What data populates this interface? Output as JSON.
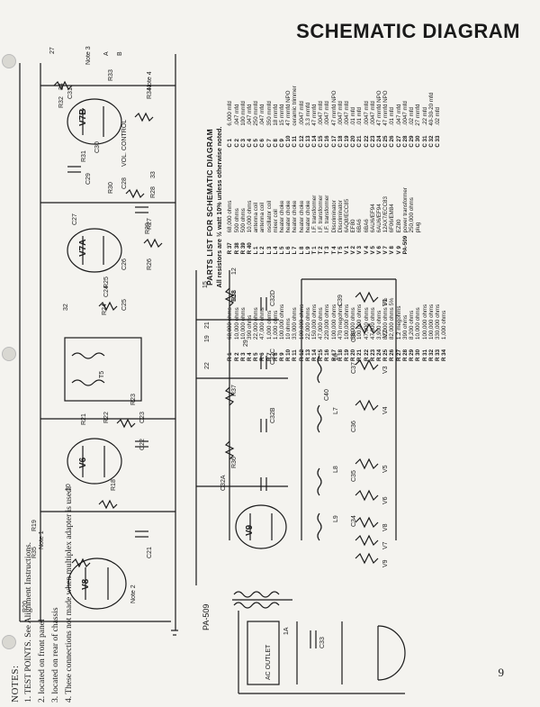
{
  "header": {
    "title": "SCHEMATIC DIAGRAM"
  },
  "page": {
    "number": "9"
  },
  "parts_list": {
    "heading": "PARTS LIST FOR SCHEMATIC DIAGRAM",
    "subheading": "All resistors are ½ watt 10% unless otherwise noted.",
    "col1": [
      [
        "R 1",
        "68,000 ohms"
      ],
      [
        "R 2",
        "10,000 ohms"
      ],
      [
        "R 3",
        "10,000 ohms"
      ],
      [
        "R 4",
        "390 ohms"
      ],
      [
        "R 5",
        "22,000 ohms"
      ],
      [
        "R 6",
        "47,000 ohms"
      ],
      [
        "R 7",
        "1,000 ohms"
      ],
      [
        "R 8",
        "1,000 ohms"
      ],
      [
        "R 9",
        "100,000 ohms"
      ],
      [
        "R 10",
        "10 ohms"
      ],
      [
        "R 11",
        "33,000 ohms"
      ],
      [
        "R 12",
        "100,000 ohms"
      ],
      [
        "R 13",
        "22,000 ohms"
      ],
      [
        "R 14",
        "150,000 ohms"
      ],
      [
        "R 15",
        "47,000 ohms"
      ],
      [
        "R 16",
        "220,000 ohms"
      ],
      [
        "R 17",
        "100,000 ohms"
      ],
      [
        "R 18",
        "470 megohms"
      ],
      [
        "R 19",
        "100,000 ohms"
      ],
      [
        "R 20",
        "68,000 ohms"
      ],
      [
        "R 21",
        "100,000 ohms"
      ],
      [
        "R 22",
        "47,000 ohms"
      ],
      [
        "R 23",
        "47,000 ohms"
      ],
      [
        "R 24",
        "3,900 ohms"
      ],
      [
        "R 25",
        "82,000 ohms 5%"
      ],
      [
        "R 26",
        "82,000 ohms 5%"
      ],
      [
        "R 27",
        "1.2 megohms"
      ],
      [
        "R 28",
        "390 ohms"
      ],
      [
        "R 29",
        "8,200 ohms"
      ],
      [
        "R 30",
        "10,000 ohms"
      ],
      [
        "R 31",
        "100,000 ohms"
      ],
      [
        "R 32",
        "100,000 ohms"
      ],
      [
        "R 33",
        "330,000 ohms"
      ],
      [
        "R 34",
        "1,000 ohms"
      ]
    ],
    "col2": [
      [
        "R 37",
        "68,000 ohms"
      ],
      [
        "R 38",
        "500 ohms"
      ],
      [
        "R 39",
        "500 ohms"
      ],
      [
        "R 40",
        "10,000 ohms"
      ],
      [
        "L 1",
        "antenna coil"
      ],
      [
        "L 2",
        "antenna coil"
      ],
      [
        "L 3",
        "oscillator coil"
      ],
      [
        "L 4",
        "mixer coil"
      ],
      [
        "L 5",
        "heater choke"
      ],
      [
        "L 6",
        "heater choke"
      ],
      [
        "L 7",
        "heater choke"
      ],
      [
        "L 8",
        "heater choke"
      ],
      [
        "L 9",
        "heater choke"
      ],
      [
        "T 1",
        "I.F. transformer"
      ],
      [
        "T 2",
        "I.F. transformer"
      ],
      [
        "T 3",
        "I.F. transformer"
      ],
      [
        "T 4",
        "Discriminator"
      ],
      [
        "T 5",
        "Discriminator"
      ],
      [
        "V 1",
        "6AQ8/ECC85"
      ],
      [
        "V 2",
        "EF80"
      ],
      [
        "V 3",
        "6BA6"
      ],
      [
        "V 4",
        "6BA6"
      ],
      [
        "V 5",
        "6AU6/EF94"
      ],
      [
        "V 6",
        "6AU6/EF94"
      ],
      [
        "V 7",
        "12AX7/ECC83"
      ],
      [
        "V 8",
        "6F06/EM84"
      ],
      [
        "V 9",
        "EZ80"
      ],
      [
        "PA-509",
        "power transformer"
      ],
      [
        "",
        "250,000 ohms"
      ],
      [
        "",
        "plug"
      ]
    ],
    "col3": [
      [
        "C 1",
        "6,000 mfd"
      ],
      [
        "C 2",
        ".047 mfd"
      ],
      [
        "C 3",
        "100 mmfd"
      ],
      [
        "C 4",
        ".047 mfd"
      ],
      [
        "C 5",
        "250 mmfd"
      ],
      [
        "C 6",
        ".047 mfd"
      ],
      [
        "C 7",
        "350 mmfd"
      ],
      [
        "C 8",
        "18 mmfd"
      ],
      [
        "C 9",
        "15 mmfd"
      ],
      [
        "C 10",
        "47 mmfd NPO"
      ],
      [
        "C 11",
        "ceramic trimmer"
      ],
      [
        "C 12",
        ".0047 mfd"
      ],
      [
        "C 13",
        "3.3 mmfd"
      ],
      [
        "C 14",
        "47 mmfd"
      ],
      [
        "C 15",
        ".0047 mfd"
      ],
      [
        "C 16",
        ".0047 mfd"
      ],
      [
        "C 17",
        "47 mmfd NPO"
      ],
      [
        "C 18",
        ".0047 mfd"
      ],
      [
        "C 19",
        ".0047 mfd"
      ],
      [
        "C 20",
        ".01 mfd"
      ],
      [
        "C 21",
        ".01 mfd"
      ],
      [
        "C 22",
        ".0047 mfd"
      ],
      [
        "C 23",
        ".0047 mfd"
      ],
      [
        "C 24",
        "47 mmfd NPO"
      ],
      [
        "C 25",
        "47 mmfd NPO"
      ],
      [
        "C 26",
        ".01 mfd"
      ],
      [
        "C 27",
        ".047 mfd"
      ],
      [
        "C 28",
        ".0047 mfd"
      ],
      [
        "C 29",
        ".02 mfd"
      ],
      [
        "C 30",
        "27 mmfd"
      ],
      [
        "C 31",
        ".22 mfd"
      ],
      [
        "C 32",
        "40-30-20 mfd"
      ],
      [
        "C 33",
        ".02 mfd"
      ]
    ]
  },
  "notes": {
    "title": "NOTES:",
    "items": [
      "1.  TEST POINTS. See Alignment Instructions.",
      "2.  located on front panel",
      "3.  located on rear of chassis",
      "4.  These connections not made when multiplex adapter is used."
    ]
  },
  "schematic": {
    "tubes": [
      "V8",
      "V6",
      "V7A",
      "V7B",
      "V9"
    ],
    "power_label": "PA-509",
    "outlet_label": "AC OUTLET",
    "switch_label": "1A",
    "resistors": [
      "R35",
      "R20",
      "R19",
      "R18",
      "R21",
      "R22",
      "R23",
      "R24",
      "R25",
      "R26",
      "R27",
      "R28",
      "R29",
      "R30",
      "R31",
      "R32",
      "R33",
      "R34",
      "R36",
      "R37",
      "R38"
    ],
    "caps": [
      "C21",
      "C22",
      "C23",
      "C24",
      "C25",
      "C26",
      "C27",
      "C28",
      "C29",
      "C30",
      "C31",
      "C32A",
      "C32B",
      "C32C",
      "C32D",
      "C33",
      "C34",
      "C35",
      "C36",
      "C37",
      "C38",
      "C39",
      "C40"
    ],
    "inductors": [
      "L6",
      "L7",
      "L8",
      "L9"
    ],
    "heaters": [
      "V1",
      "V2",
      "V3",
      "V4",
      "V5",
      "V6",
      "V8",
      "V7",
      "V9"
    ],
    "test_points": [
      "27",
      "34",
      "33",
      "12",
      "10",
      "15",
      "19",
      "21",
      "22",
      "29",
      "30",
      "31",
      "32"
    ],
    "misc_labels": [
      "Note 1",
      "Note 2",
      "Note 3",
      "Note 4",
      "VOL. CONTROL",
      "T5",
      "A",
      "B"
    ]
  }
}
